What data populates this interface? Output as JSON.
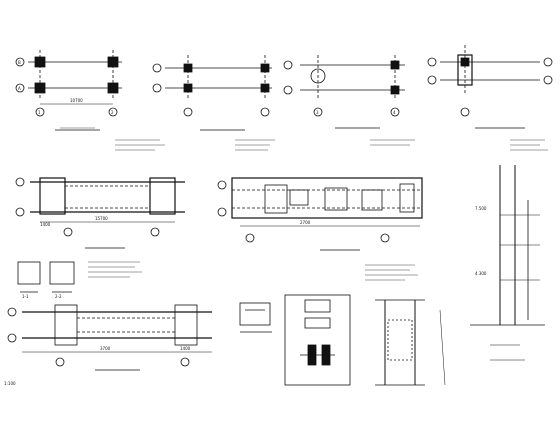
{
  "page": {
    "background": "#ffffff",
    "ink": "#111111"
  },
  "bubbles": {
    "axis_a": "A",
    "axis_b": "B",
    "axis_1": "1",
    "axis_2": "2",
    "axis_3": "3",
    "axis_4": "4"
  },
  "dims": {
    "plan_span": "10700",
    "long_span": "15700",
    "bay_1": "1400",
    "bay_2": "3700",
    "bay_3": "2700",
    "bay_4": "1400",
    "elev_1": "7.500",
    "elev_2": "4.300"
  },
  "captions": {
    "section_cut": "1-1",
    "section_cut_2": "2-2"
  },
  "sheet_footer": {
    "left_code": "1:100"
  }
}
